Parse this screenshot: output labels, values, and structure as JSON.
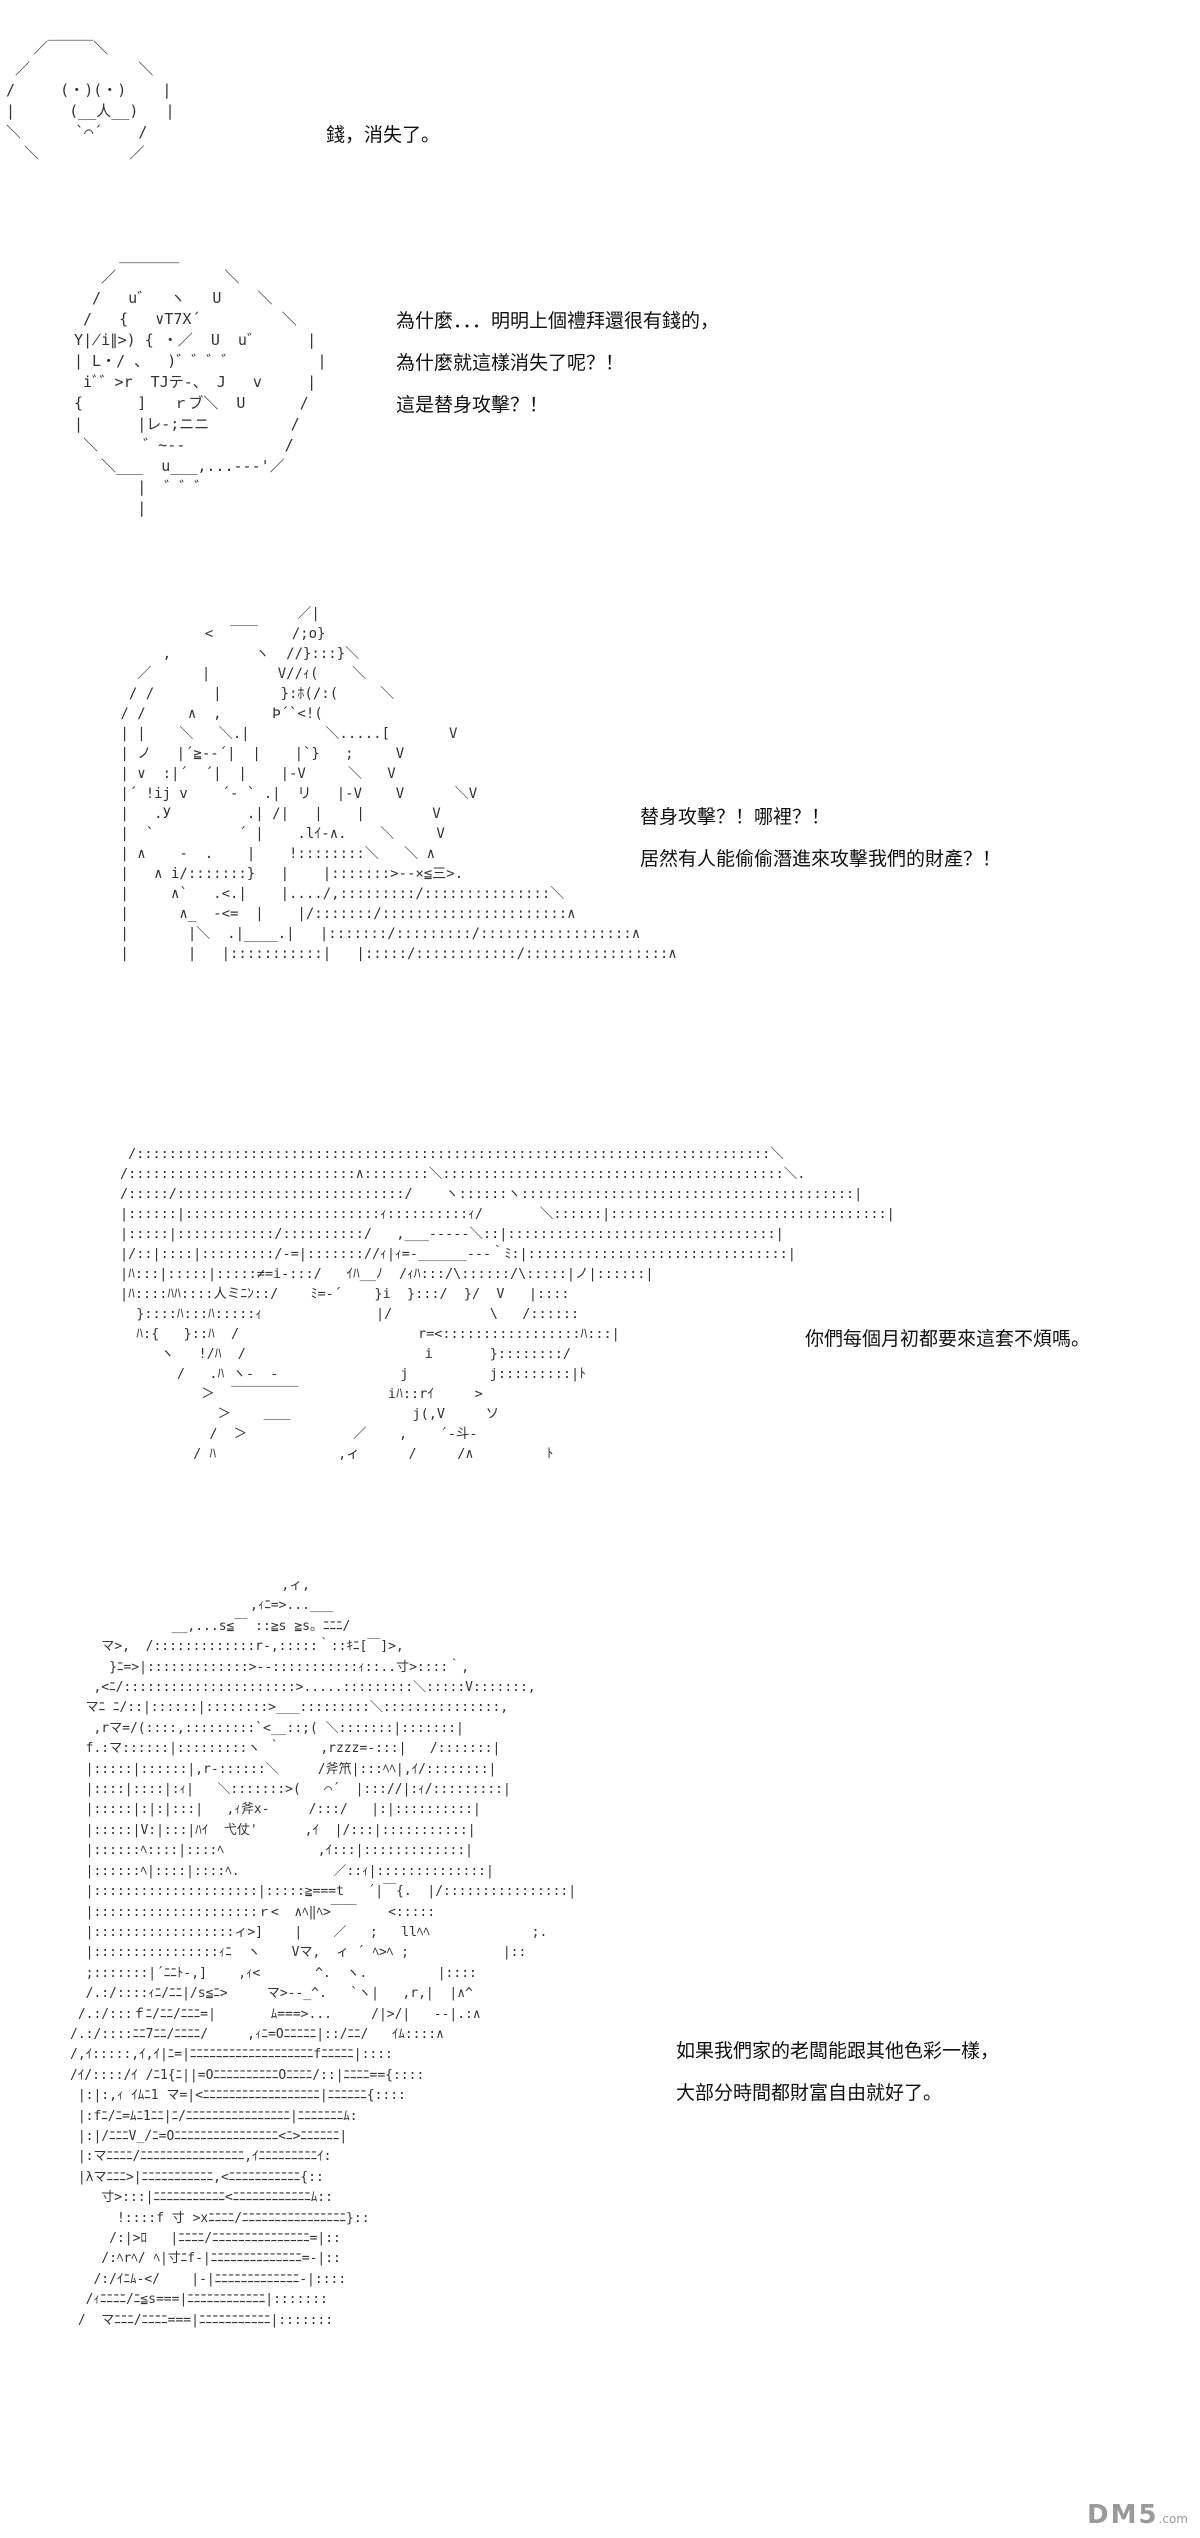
{
  "panels": [
    {
      "art": "   ／￣￣￣＼\n ／            ＼\n/     (・)(・)    |\n|      (__人__)   |\n＼      `⌒´    /\n  ＼          ／",
      "lines": [
        "錢，消失了。"
      ]
    },
    {
      "art": "     ＿＿＿＿\n   ／            ＼\n  /   u゛  ヽ   U    ＼\n /   {   ∨T7X´         ＼\nY∤i∥>) { ・／  U  u゛     |\n| L・/ 、  )゛゛゛゛         |\n iﾞ゛>r  TJテ‐、 J   v     |\n{      ]   ｒブ＼  U      /\n|      |レ‐;ニニ         /\n ＼     ゛~‐‐           /\n   ＼___  u___,...‐‐‐'／\n       |  ゛゛゛\n       |",
      "lines": [
        "為什麼．．．明明上個禮拜還很有錢的，",
        "為什麼就這樣消失了呢？！",
        "這是替身攻擊？！"
      ]
    },
    {
      "art": "                      ／|\n           <  ￣￣    /;o}\n      ,          ヽ  //}:::}＼\n   ／      |        V//ｨ(    ＼\n  / /       |       }:ﾎ(/:(     ＼\n / /     ∧  ,      Þ´`<!(\n | |    ＼   ＼.|         ＼.....[       V\n | ノ   |´≧‐‐´|  |    |`}   ;     V\n | ∨  :|´  ´|  |    |‐V     ＼   V\n |´ !ij v    ´‐ ` .|  リ   |-V    V      ＼V\n |   .У         .| /|   |    |        V\n |  `          ´ |    .lｲ‐∧.    ＼     V\n | ∧    -  .    |    !::::::::＼   ＼ ∧\n |   ∧ i/:::::::}   |    |:::::::>‐‐×≦三>.\n |     ∧`   .<.|    |..../,:::::::::/:::::::::::::::＼\n |      ∧_  -<=  |    |/:::::::/::::::::::::::::::::::∧\n |       |＼  .|____.|   |:::::::/:::::::::/::::::::::::::::::∧\n |       |   |:::::::::::|   |:::::/::::::::::::/:::::::::::::::::∧",
      "lines": [
        "替身攻擊？！哪裡？！",
        "居然有人能偷偷潛進來攻擊我們的財產？！"
      ]
    },
    {
      "art": " /::::::::::::::::::::::::::::::::::::::::::::::::::::::::::::::::::::::::::::::＼\n/::::::::::::::::::::::::::::∧::::::::＼::::::::::::::::::::::::::::::::::::::::::＼.\n/:::::/::::::::::::::::::::::::::::/    ヽ::::::ヽ:::::::::::::::::::::::::::::::::::::::::|\n|::::::|::::::::::::::::::::::::ｨ::::::::::ｨ/       ＼::::::|::::::::::::::::::::::::::::::::::|\n|:::::|::::::::::::/::::::::::/   ,___‐‐‐‐‐＼::|:::::::::::::::::::::::::::::::::|\n|/::|::::|:::::::::/‐=|::::::://ｨ|ｨ=‐______‐‐‐｀ﾐ:|::::::::::::::::::::::::::::::::|\n|ﾊ:::|:::::|:::::≠=i‐:::/   ｲﾊ__ﾉ  /ｨﾊ:::/\\::::::/\\:::::|ノ|::::::|\n|ﾊ::::ﾊﾊ::::人ミﾆﾝ::/    ﾐ=‐´    }i  }:::/  }/  V   |::::\n  }::::ﾊ:::ﾊ:::::ｨ              |/            \\   /::::::\n  ﾊ:{   }::ﾊ  /                      r=<:::::::::::::::::ﾊ:::|\n     ヽ   !/ﾊ  /                      i       }::::::::/\n       /   .ﾊ ヽ‐  -               j          j:::::::::|ﾄ\n          ＞  ￣￣￣￣￣           iﾊ::rｲ     >\n            ＞    ＿＿               j(,V     ソ\n           /  ＞             ／    ,    ´‐斗‐\n         / ﾊ               ,ィ      /     /∧         ﾄ",
      "lines": [
        "你們每個月初都要來這套不煩嗎。"
      ]
    },
    {
      "art": "                           ,ィ,\n                       ,ｨﾆ=>...___\n             __,...s≦￣ ::≧s ≧s。ﾆﾆﾆ/\n    マ>,  /:::::::::::::r-,:::::｀::ｷﾆ[￣]>,\n     }ﾆ=>|:::::::::::::>‐‐:::::::::::ｨ::..寸>::::｀,\n   ,<ﾆ/::::::::::::::::::::::>.....:::::::::＼:::::V:::::::,\n  マﾆ ﾆ/::|::::::|::::::::>___:::::::::＼:::::::::::::::,\n   ,rマ=/(::::,:::::::::`<__::;( ＼:::::::|:::::::|\n  f.:マ::::::|:::::::::ヽ ｀     ,rzzz=‐:::|   /:::::::|\n  |:::::|::::::|,r‐::::::＼     /斧笊|:::ﾍﾍ|,ｲ/::::::::|\n  |::::|::::|:ｨ|   ＼:::::::>(   ⌒´  |::://|:ｨ/:::::::::|\n  |:::::|:|:|:::|   ,ｨ斧x‐     /:::/   |:|::::::::::|\n  |:::::|V:|:::|ﾊｲ  弋仗'      ,ｲ  |/:::|:::::::::::|\n  |::::::ﾍ::::|::::ﾍ            ,ｲ:::|:::::::::::::|\n  |::::::ﾍ|::::|::::ﾍ.            ／::ｨ|::::::::::::::|\n  |:::::::::::::::::::::|:::::≧===t   ´|￣{.  |/::::::::::::::::|\n  |:::::::::::::::::::::ｒ<  ∧ﾍ‖ﾍ>￣￣    <:::::\n  |::::::::::::::::::ィ>]    |    ／   ;   llﾍﾍ             ;.\n  |::::::::::::::::ｨﾆ  ヽ    Vマ,  ィ ´ ﾍ>ﾍ ;            |::\n  ;:::::::|´ﾆﾆﾄ‐,]    ,ｨ<       ^.  ヽ.         |::::\n  /.:/::::ｨﾆ/ﾆﾆ|/s≦ﾆ>     マ>‐‐_^.   `ヽ|   ,r,|  |∧^\n /.:/:::ｆﾆ/ﾆﾆ/ﾆﾆﾆ=|       ﾑ===>...     /|>/|   ‐‐|.:∧\n/.:/::::ﾆﾆ7ﾆﾆ/ﾆﾆﾆﾆ/     ,ｨﾆ=Oﾆﾆﾆﾆﾆ|::/ﾆﾆ/   ｲﾑ::::∧\n/,ｲ:::::,ｲ,ｲ|ﾆ=|ﾆﾆﾆﾆﾆﾆﾆﾆﾆﾆﾆﾆﾆﾆﾆﾆﾆﾆﾆfﾆﾆﾆﾆﾆ|::::\n/ｲ/::::/ｲ /ﾆ1{ﾆ||=OﾆﾆﾆﾆﾆﾆﾆﾆﾆﾆOﾆﾆﾆﾆ/::|ﾆﾆﾆﾆ=={::::\n |:|:,ｨ ｲﾑﾆ1 マ=|<ﾆﾆﾆﾆﾆﾆﾆﾆﾆﾆﾆﾆﾆﾆﾆﾆﾆﾆ|ﾆﾆﾆﾆﾆﾆ{::::\n |:fﾆ/ﾆ=ﾑﾆ1ﾆﾆ|ﾆ/ﾆﾆﾆﾆﾆﾆﾆﾆﾆﾆﾆﾆﾆﾆﾆﾆ|ﾆﾆﾆﾆﾆﾆﾆﾑ:\n |:|/ﾆﾆﾆV_/ﾆ=Oﾆﾆﾆﾆﾆﾆﾆﾆﾆﾆﾆﾆﾆﾆﾆﾆ<ﾆ>ﾆﾆﾆﾆﾆﾆ|\n |:マﾆﾆﾆﾆ/ﾆﾆﾆﾆﾆﾆﾆﾆﾆﾆﾆﾆﾆﾆﾆﾆ,ｲﾆﾆﾆﾆﾆﾆﾆﾆﾆｲ:\n |λマﾆﾆﾆ>|ﾆﾆﾆﾆﾆﾆﾆﾆﾆﾆﾆ,<ﾆﾆﾆﾆﾆﾆﾆﾆﾆﾆﾆ{::\n    寸>:::|ﾆﾆﾆﾆﾆﾆﾆﾆﾆﾆﾆ<ﾆﾆﾆﾆﾆﾆﾆﾆﾆﾆﾆﾆﾑ::\n      !::::f 寸 >xﾆﾆﾆﾆ/ﾆﾆﾆﾆﾆﾆﾆﾆﾆﾆﾆﾆﾆﾆﾆﾆ}::\n     /:|>ﾛ   |ﾆﾆﾆﾆ/ﾆﾆﾆﾆﾆﾆﾆﾆﾆﾆﾆﾆﾆﾆﾆ=|::\n    /:ﾍrﾍ/ ﾍ|寸ﾆf‐|ﾆﾆﾆﾆﾆﾆﾆﾆﾆﾆﾆﾆﾆﾆ=‐|::\n   /:/ｲﾆﾑ‐</    |‐|ﾆﾆﾆﾆﾆﾆﾆﾆﾆﾆﾆﾆﾆ‐|::::\n  /ｨﾆﾆﾆﾆ/ﾆ≦s===|ﾆﾆﾆﾆﾆﾆﾆﾆﾆﾆﾆﾆ|:::::::\n /  マﾆﾆﾆ/ﾆﾆﾆﾆ===|ﾆﾆﾆﾆﾆﾆﾆﾆﾆﾆﾆ|:::::::",
      "lines": [
        "如果我們家的老闆能跟其他色彩一樣，",
        "大部分時間都財富自由就好了。"
      ]
    }
  ],
  "watermark": {
    "main": "DM5",
    "sub": ".com"
  }
}
